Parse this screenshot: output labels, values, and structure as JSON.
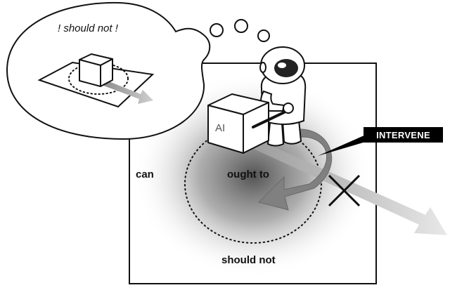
{
  "bubble": {
    "text": "! should not !"
  },
  "labels": {
    "can": "can",
    "ought_to": "ought to",
    "should_not": "should not",
    "intervene": "INTERVENE",
    "cube": "AI"
  }
}
